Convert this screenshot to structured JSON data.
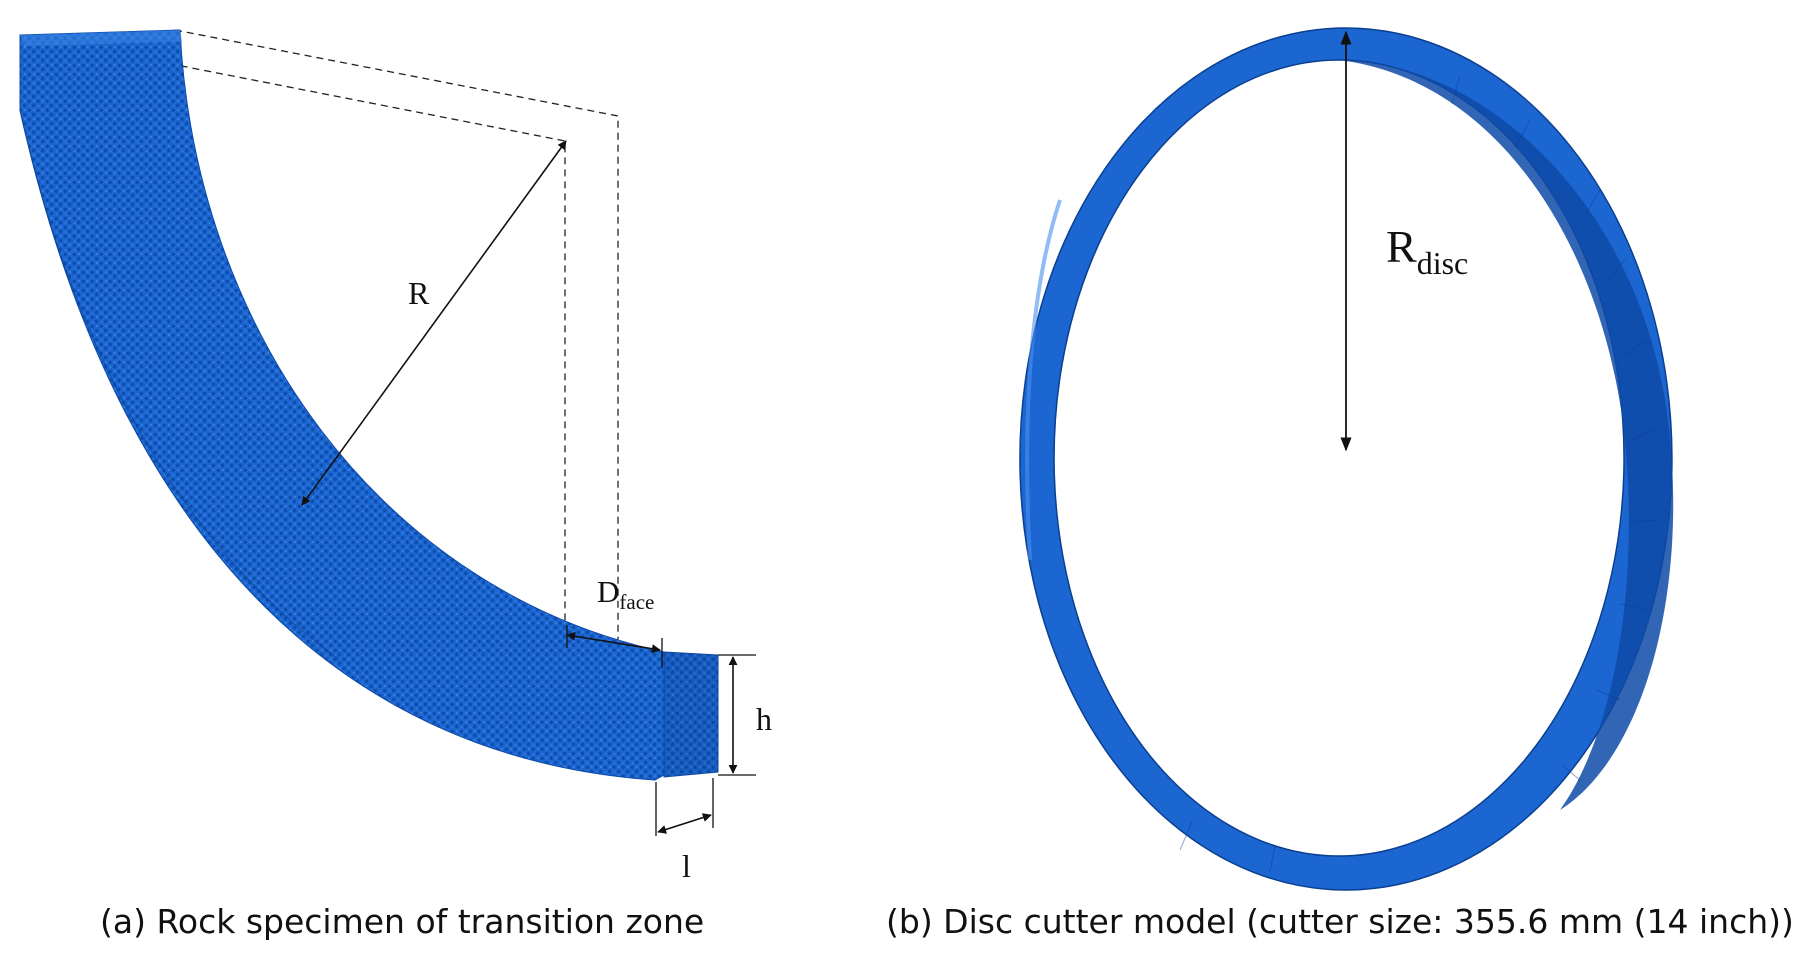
{
  "panel_a": {
    "labels": {
      "radius": "R",
      "face_main": "D",
      "face_sub": "face",
      "height": "h",
      "length": "l"
    },
    "caption": "(a) Rock specimen of transition zone"
  },
  "panel_b": {
    "labels": {
      "radius_main": "R",
      "radius_sub": "disc"
    },
    "caption": "(b) Disc cutter model (cutter size: 355.6 mm (14 inch))"
  },
  "colors": {
    "model_blue": "#1a63cc",
    "model_dark": "#0b3f8f",
    "model_light": "#3b84e6",
    "line": "#111111"
  }
}
